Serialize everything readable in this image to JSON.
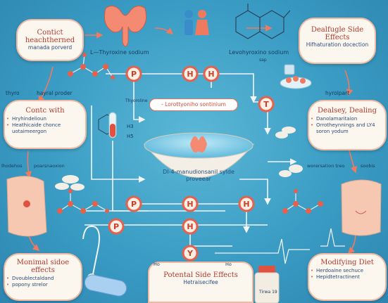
{
  "cards": {
    "top_left": {
      "title": "Contict heachtherned",
      "sub": "manada porverd"
    },
    "mid_left": {
      "title": "Contc with",
      "items": [
        "Hryhindelioun",
        "Heathicaide chonce uotaimeergon"
      ]
    },
    "bottom_left": {
      "title": "Monimal sidoe effects",
      "items": [
        "Dvoublectaldand",
        "popony strelor"
      ]
    },
    "top_right": {
      "title": "Dealfugle Side Effects",
      "sub": "Hifhaturation docection"
    },
    "mid_right": {
      "title": "Dealsey, Dealing",
      "items": [
        "Danolamaritaion",
        "Orrotheynnings and LY4 soron yodum"
      ]
    },
    "bottom_right": {
      "title": "Modifying Diet",
      "items": [
        "Herdoaine sechuce",
        "Hepidtetractinent"
      ]
    },
    "bottom_center": {
      "title": "Potental Side Effects",
      "sub": "Hetraisecifee"
    }
  },
  "labels": {
    "l_thyroxine": "L—Thyroxine sodium",
    "levothyroxine": "Levohyroxino sodium",
    "sap": "sap",
    "thyro": "thyro",
    "hayral": "hayral proder",
    "mid_small": "Thyoroline",
    "left_axis": "lhodehos",
    "left_axis2": "poarsnaoxion",
    "hyrolpart": "hyrolpart",
    "right_axis": "worersation treo",
    "right_axis2": "soobis",
    "chem_h3": "H3",
    "chem_h5": "H5",
    "chem_left": "Ho",
    "chem_right": "Ho",
    "bottle": "Tirwa 19"
  },
  "pill_label": "- Lorottyoniho sontinium",
  "bowl_label": "DI-4-manudionsanil sylde proveear",
  "nodes": [
    "P",
    "H",
    "H",
    "T",
    "P",
    "H",
    "H",
    "P",
    "H",
    "Y"
  ],
  "colors": {
    "background": "#3a9cc4",
    "node": "#e7604b",
    "card_border": "#f0b9a3",
    "title": "#b03a2e"
  }
}
